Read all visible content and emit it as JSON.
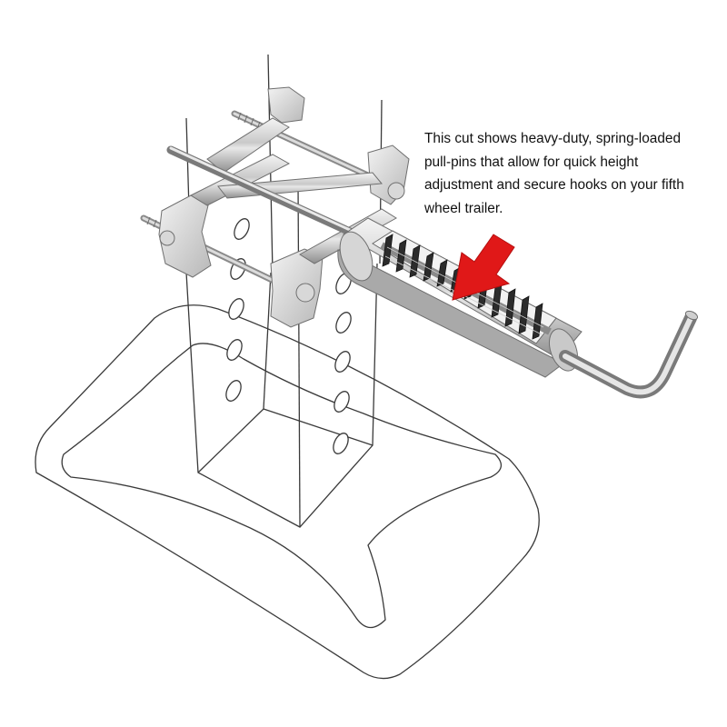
{
  "caption": {
    "line1": "This cut shows heavy-duty, spring-loaded",
    "line2": "pull-pins that allow for quick height",
    "line3": "adjustment and secure hooks on your fifth",
    "line4": "wheel trailer."
  },
  "colors": {
    "background": "#ffffff",
    "outline": "#3a3a3a",
    "steel_light": "#e6e6e6",
    "steel_dark": "#8a8a8a",
    "spring": "#2b2b2b",
    "arrow": "#e01818"
  },
  "components": [
    "jack-stand-outline",
    "mounting-bracket",
    "threaded-rods",
    "pull-pin-housing",
    "coil-spring",
    "l-handle",
    "pointer-arrow"
  ]
}
